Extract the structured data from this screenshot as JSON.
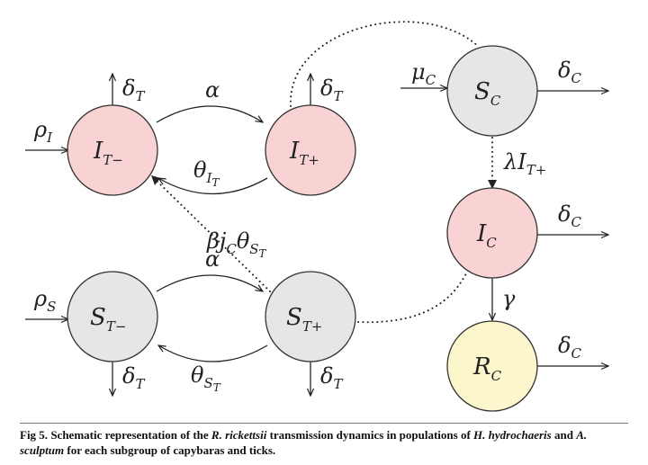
{
  "nodes": {
    "it_minus": {
      "base": "I",
      "sub": "T−",
      "fill": "#f9d3d4"
    },
    "it_plus": {
      "base": "I",
      "sub": "T+",
      "fill": "#f9d3d4"
    },
    "st_minus": {
      "base": "S",
      "sub": "T−",
      "fill": "#e6e6e8"
    },
    "st_plus": {
      "base": "S",
      "sub": "T+",
      "fill": "#e6e6e8"
    },
    "sc": {
      "base": "S",
      "sub": "C",
      "fill": "#e6e6e8"
    },
    "ic": {
      "base": "I",
      "sub": "C",
      "fill": "#f9d3d4"
    },
    "rc": {
      "base": "R",
      "sub": "C",
      "fill": "#fbf6cc"
    }
  },
  "labels": {
    "rho_i": {
      "base": "ρ",
      "sub": "I"
    },
    "rho_s": {
      "base": "ρ",
      "sub": "S"
    },
    "mu_c": {
      "base": "μ",
      "sub": "C"
    },
    "delta_t": {
      "base": "δ",
      "sub": "T"
    },
    "delta_c": {
      "base": "δ",
      "sub": "C"
    },
    "alpha": "α",
    "gamma": "γ",
    "theta_it": {
      "base": "θ",
      "sub": "I",
      "subsub": "T"
    },
    "theta_st": {
      "base": "θ",
      "sub": "S",
      "subsub": "T"
    },
    "lambda_itp": {
      "base": "λI",
      "sub": "T+"
    },
    "beta": {
      "p1": "βj",
      "sub1": "C",
      "p2": "θ",
      "sub2": "S",
      "subsub": "T"
    }
  },
  "caption": {
    "fig": "Fig 5.",
    "t1": " Schematic representation of the ",
    "i1": "R. rickettsii",
    "t2": " transmission dynamics in populations of ",
    "i2": "H. hydrochaeris",
    "t3": " and ",
    "i3": "A. sculptum",
    "t4": " for each subgroup of capybaras and ticks."
  },
  "colors": {
    "infected": "#f9d3d4",
    "susceptible": "#e6e6e8",
    "recovered": "#fbf6cc",
    "line": "#222222"
  }
}
